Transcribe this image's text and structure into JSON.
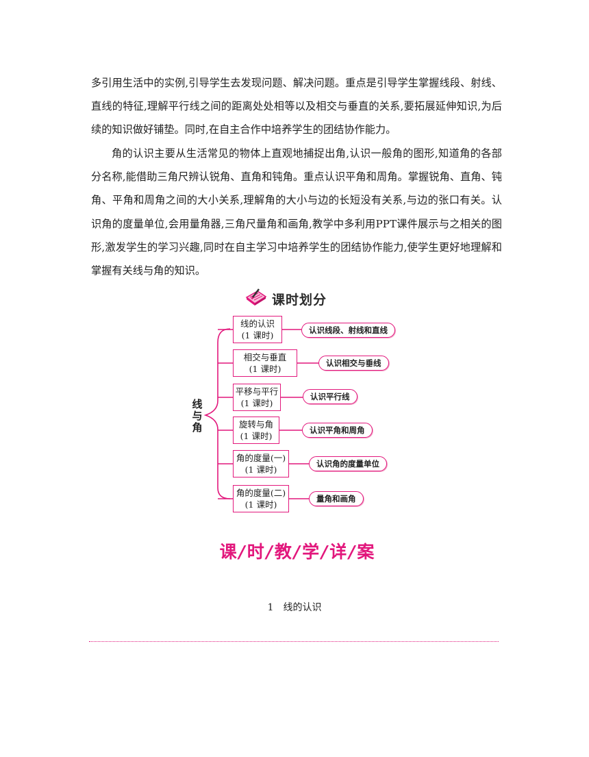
{
  "intro": {
    "paragraph1": "多引用生活中的实例,引导学生去发现问题、解决问题。重点是引导学生掌握线段、射线、直线的特征,理解平行线之间的距离处处相等以及相交与垂直的关系,要拓展延伸知识,为后续的知识做好铺垫。同时,在自主合作中培养学生的团结协作能力。",
    "paragraph2": "角的认识主要从生活常见的物体上直观地捕捉出角,认识一般角的图形,知道角的各部分名称,能借助三角尺辨认锐角、直角和钝角。重点认识平角和周角。掌握锐角、直角、钝角、平角和周角之间的大小关系,理解角的大小与边的长短没有关系,与边的张口有关。认识角的度量单位,会用量角器,三角尺量角和画角,教学中多利用PPT课件展示与之相关的图形,激发学生的学习兴趣,同时在自主学习中培养学生的团结协作能力,使学生更好地理解和掌握有关线与角的知识。"
  },
  "schedule": {
    "heading": "课时划分",
    "heading_icon": "notebook-pen-icon",
    "unit_label": "线与角",
    "lessons": [
      {
        "name": "线的认识",
        "hours": "(1 课时)",
        "goal": "认识线段、射线和直线"
      },
      {
        "name": "相交与垂直",
        "hours": "(1 课时)",
        "goal": "认识相交与垂线"
      },
      {
        "name": "平移与平行",
        "hours": "(1 课时)",
        "goal": "认识平行线"
      },
      {
        "name": "旋转与角",
        "hours": "(1 课时)",
        "goal": "认识平角和周角"
      },
      {
        "name": "角的度量(一)",
        "hours": "(1 课时)",
        "goal": "认识角的度量单位"
      },
      {
        "name": "角的度量(二)",
        "hours": "(1 课时)",
        "goal": "量角和画角"
      }
    ]
  },
  "banner": {
    "chars": [
      "课",
      "时",
      "教",
      "学",
      "详",
      "案"
    ],
    "separator": "/"
  },
  "lesson_heading": {
    "number": "1",
    "title": "线的认识"
  },
  "colors": {
    "accent": "#e2177c",
    "text": "#222222"
  }
}
